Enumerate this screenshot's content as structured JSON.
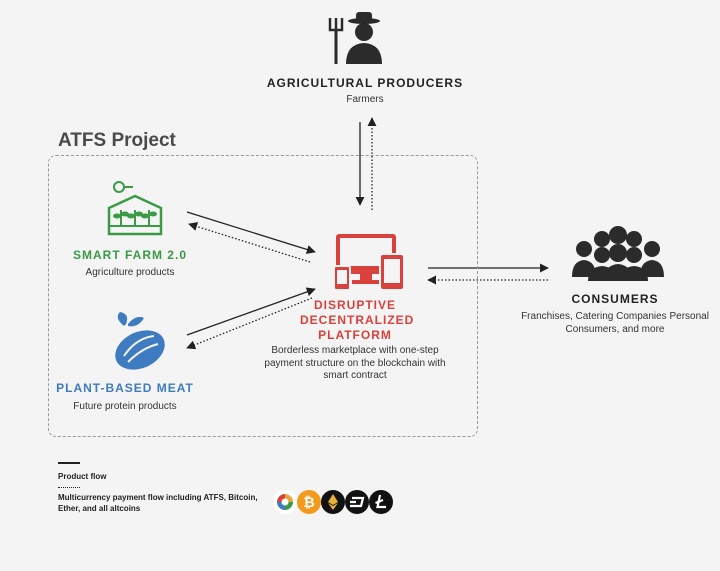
{
  "producers": {
    "title": "AGRICULTURAL PRODUCERS",
    "subtitle": "Farmers",
    "icon": "farmer-icon"
  },
  "project": {
    "title": "ATFS Project"
  },
  "smart_farm": {
    "title": "SMART FARM 2.0",
    "subtitle": "Agriculture products",
    "icon": "greenhouse-icon",
    "color": "#3a9a45"
  },
  "plant_meat": {
    "title": "PLANT-BASED MEAT",
    "subtitle": "Future protein products",
    "icon": "plant-meat-icon",
    "color": "#3e7bc0"
  },
  "platform": {
    "title": "DISRUPTIVE DECENTRALIZED PLATFORM",
    "description": "Borderless marketplace with one-step payment structure on the blockchain with smart contract",
    "icon": "devices-icon",
    "color": "#d9413c"
  },
  "consumers": {
    "title": "CONSUMERS",
    "description": "Franchises, Catering Companies Personal Consumers, and more",
    "icon": "crowd-icon"
  },
  "legend": {
    "product_flow": "Product flow",
    "payment_flow": "Multicurrency payment flow including ATFS, Bitcoin, Ether, and all altcoins",
    "coins": [
      "atfs-coin-icon",
      "bitcoin-icon",
      "ether-icon",
      "dash-icon",
      "litecoin-icon"
    ]
  }
}
